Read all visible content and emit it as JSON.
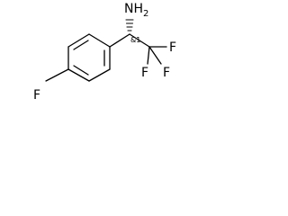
{
  "molecule": {
    "atoms": {
      "amine": "NH",
      "amine_subscript": "2",
      "fluoro_aryl": "F",
      "fluoro_1": "F",
      "fluoro_2": "F",
      "fluoro_3": "F"
    },
    "stereo_label": "&1"
  }
}
